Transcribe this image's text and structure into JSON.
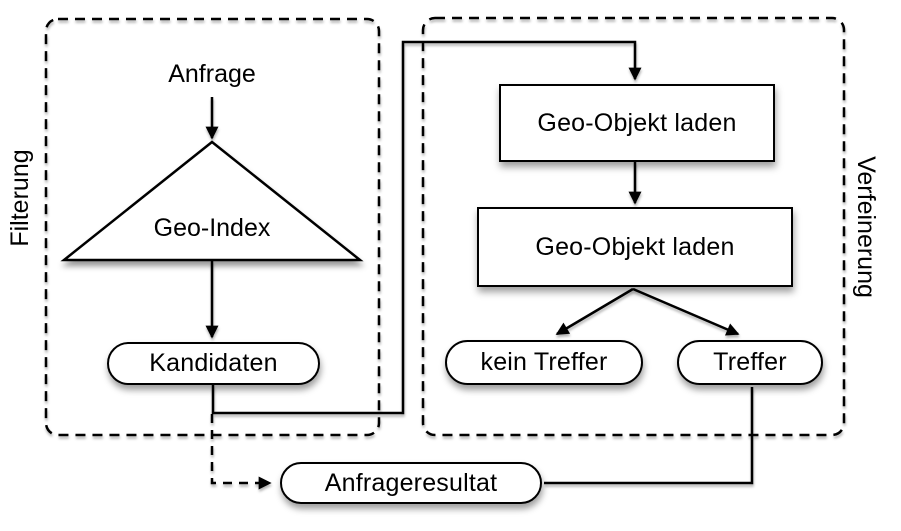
{
  "figure": {
    "background": "#ffffff",
    "stroke_color": "#000000",
    "node_fill": "#ffffff",
    "shadow_color": "rgba(0,0,0,0.4)",
    "phase_left": {
      "label": "Filterung"
    },
    "phase_right": {
      "label": "Verfeinerung"
    },
    "nodes": {
      "query": {
        "label": "Anfrage",
        "shape": "text"
      },
      "geo_index": {
        "label": "Geo-Index",
        "shape": "triangle"
      },
      "candidates": {
        "label": "Kandidaten",
        "shape": "pill"
      },
      "load_object_1": {
        "label": "Geo-Objekt laden",
        "shape": "rect"
      },
      "load_object_2": {
        "label": "Geo-Objekt laden",
        "shape": "rect"
      },
      "no_hit": {
        "label": "kein Treffer",
        "shape": "pill"
      },
      "hit": {
        "label": "Treffer",
        "shape": "pill"
      },
      "query_result": {
        "label": "Anfrageresultat",
        "shape": "pill"
      }
    }
  }
}
